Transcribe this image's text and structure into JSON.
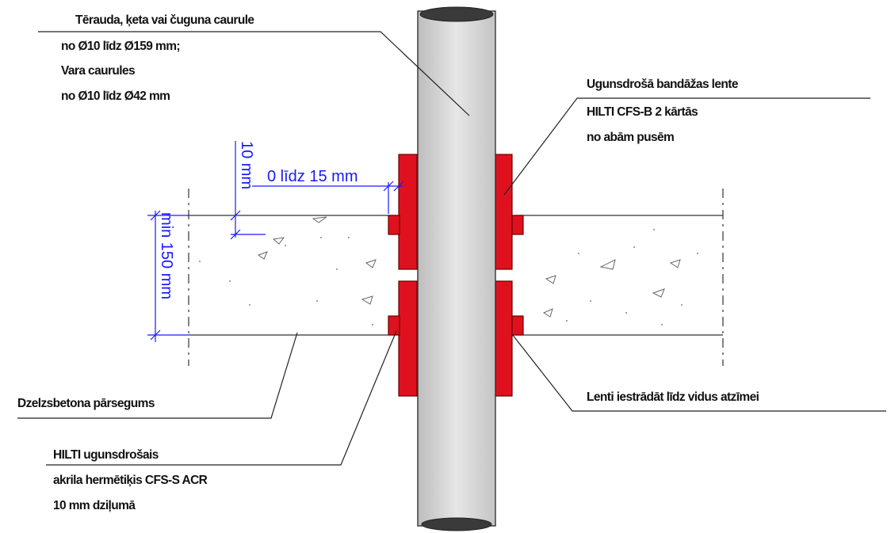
{
  "labels": {
    "pipe_line1": "Tērauda, ķeta vai čuguna caurule",
    "pipe_line2": "no Ø10 līdz Ø159 mm;",
    "pipe_line3": "Vara caurules",
    "pipe_line4": "no Ø10 līdz Ø42 mm",
    "band_line1": "Ugunsdrošā bandāžas lente",
    "band_line2": "HILTI CFS-B 2 kārtās",
    "band_line3": "no abām pusēm",
    "slab": "Dzelzsbetona pārsegums",
    "embed": "Lenti iestrādāt līdz vidus atzīmei",
    "sealant_line1": "HILTI ugunsdrošais",
    "sealant_line2": "akrila hermētiķis CFS-S ACR",
    "sealant_line3": "10 mm dziļumā"
  },
  "dimensions": {
    "gap": "0 līdz 15 mm",
    "depth": "10 mm",
    "slab_thickness": "min 150 mm"
  },
  "colors": {
    "band": "#e0111f",
    "pipe": "#d9d9d9",
    "dimension": "#1a1aff"
  }
}
